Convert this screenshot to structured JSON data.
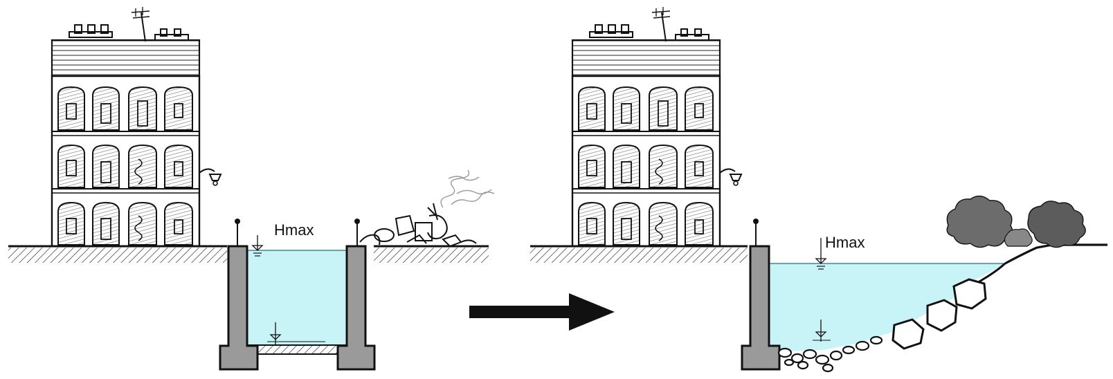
{
  "panels": [
    {
      "id": "before",
      "water_level_label": "Hmax"
    },
    {
      "id": "after",
      "water_level_label": "Hmax"
    }
  ],
  "colors": {
    "water": "#c8f4f8",
    "concrete": "#9a9a9a",
    "ink": "#111111",
    "foliage": "#555555"
  },
  "arrow": {
    "icon": "right-arrow-icon"
  }
}
